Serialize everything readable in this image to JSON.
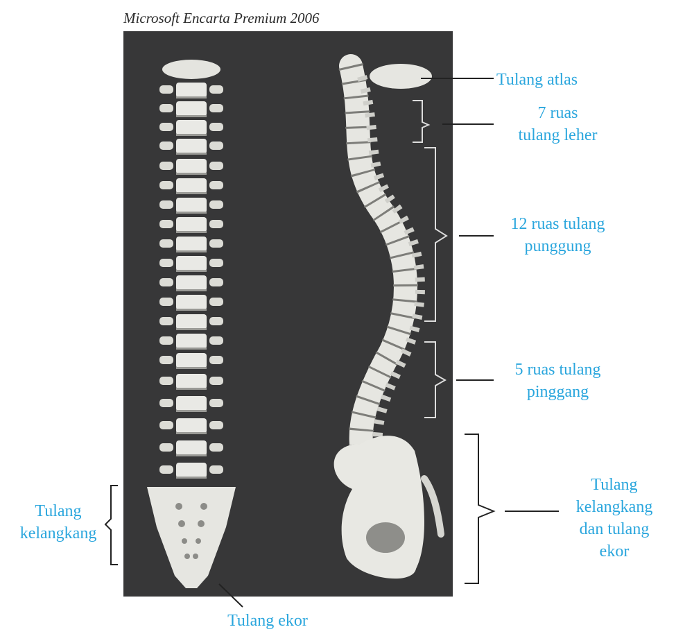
{
  "source": "Microsoft Encarta Premium 2006",
  "labels": {
    "atlas": "Tulang atlas",
    "cervical_1": "7 ruas",
    "cervical_2": "tulang leher",
    "thoracic_1": "12 ruas tulang",
    "thoracic_2": "punggung",
    "lumbar_1": "5 ruas tulang",
    "lumbar_2": "pinggang",
    "pelvis_1": "Tulang",
    "pelvis_2": "kelangkang",
    "pelvis_3": "dan tulang",
    "pelvis_4": "ekor",
    "sacrum_1": "Tulang",
    "sacrum_2": "kelangkang",
    "coccyx": "Tulang ekor"
  },
  "colors": {
    "label": "#2aa6dd",
    "background": "#373738",
    "bone": "#e9e9e5"
  }
}
